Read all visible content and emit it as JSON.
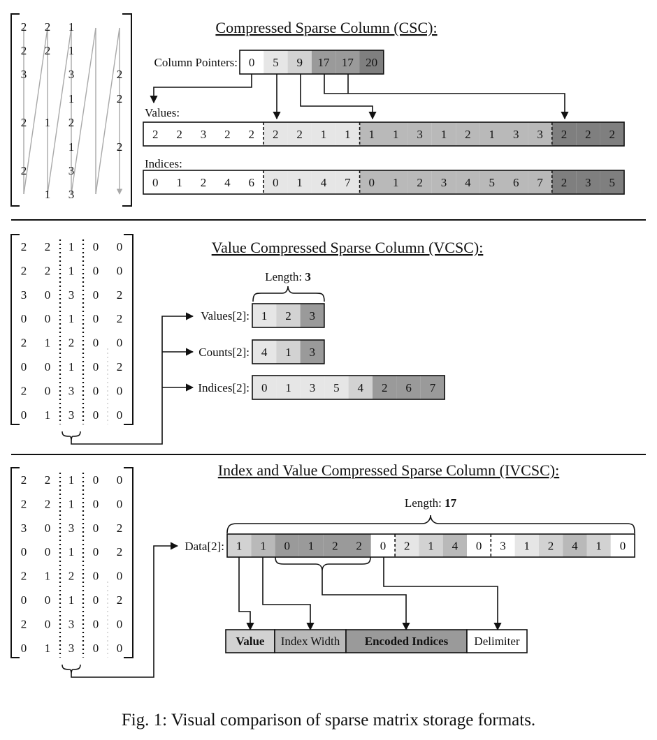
{
  "colors": {
    "white": "#ffffff",
    "light": "#e6e6e6",
    "light2": "#d2d2d2",
    "mid": "#b9b9b9",
    "dark": "#9a9a9a",
    "darker": "#7f7f7f",
    "grey_text": "#8a8a8a",
    "diag_line": "#a9a9a9"
  },
  "csc": {
    "title": "Compressed Sparse Column (CSC):",
    "matrix": [
      [
        "2",
        "2",
        "1",
        "",
        ""
      ],
      [
        "2",
        "2",
        "1",
        "",
        ""
      ],
      [
        "3",
        "",
        "3",
        "",
        "2"
      ],
      [
        "",
        "",
        "1",
        "",
        "2"
      ],
      [
        "2",
        "1",
        "2",
        "",
        ""
      ],
      [
        "",
        "",
        "1",
        "",
        "2"
      ],
      [
        "2",
        "",
        "3",
        "",
        ""
      ],
      [
        "",
        "1",
        "3",
        "",
        ""
      ]
    ],
    "col_pointers_label": "Column Pointers:",
    "col_pointers": [
      "0",
      "5",
      "9",
      "17",
      "17",
      "20"
    ],
    "values_label": "Values:",
    "values": [
      "2",
      "2",
      "3",
      "2",
      "2",
      "2",
      "2",
      "1",
      "1",
      "1",
      "1",
      "3",
      "1",
      "2",
      "1",
      "3",
      "3",
      "2",
      "2",
      "2"
    ],
    "indices_label": "Indices:",
    "indices": [
      "0",
      "1",
      "2",
      "4",
      "6",
      "0",
      "1",
      "4",
      "7",
      "0",
      "1",
      "2",
      "3",
      "4",
      "5",
      "6",
      "7",
      "2",
      "3",
      "5"
    ]
  },
  "vcsc": {
    "title": "Value Compressed Sparse Column (VCSC):",
    "length_label": "Length: ",
    "length_value": "3",
    "values_label": "Values[2]:",
    "values": [
      "1",
      "2",
      "3"
    ],
    "counts_label": "Counts[2]:",
    "counts": [
      "4",
      "1",
      "3"
    ],
    "indices_label": "Indices[2]:",
    "indices": [
      "0",
      "1",
      "3",
      "5",
      "4",
      "2",
      "6",
      "7"
    ]
  },
  "dense_matrix": [
    [
      "2",
      "2",
      "1",
      "0",
      "0"
    ],
    [
      "2",
      "2",
      "1",
      "0",
      "0"
    ],
    [
      "3",
      "0",
      "3",
      "0",
      "2"
    ],
    [
      "0",
      "0",
      "1",
      "0",
      "2"
    ],
    [
      "2",
      "1",
      "2",
      "0",
      "0"
    ],
    [
      "0",
      "0",
      "1",
      "0",
      "2"
    ],
    [
      "2",
      "0",
      "3",
      "0",
      "0"
    ],
    [
      "0",
      "1",
      "3",
      "0",
      "0"
    ]
  ],
  "ivcsc": {
    "title": "Index and Value Compressed Sparse Column (IVCSC):",
    "length_label": "Length: ",
    "length_value": "17",
    "data_label": "Data[2]:",
    "data": [
      "1",
      "1",
      "0",
      "1",
      "2",
      "2",
      "0",
      "2",
      "1",
      "4",
      "0",
      "3",
      "1",
      "2",
      "4",
      "1",
      "0"
    ],
    "legend": [
      "Value",
      "Index Width",
      "Encoded Indices",
      "Delimiter"
    ]
  },
  "caption": "Fig. 1: Visual comparison of sparse matrix storage formats."
}
